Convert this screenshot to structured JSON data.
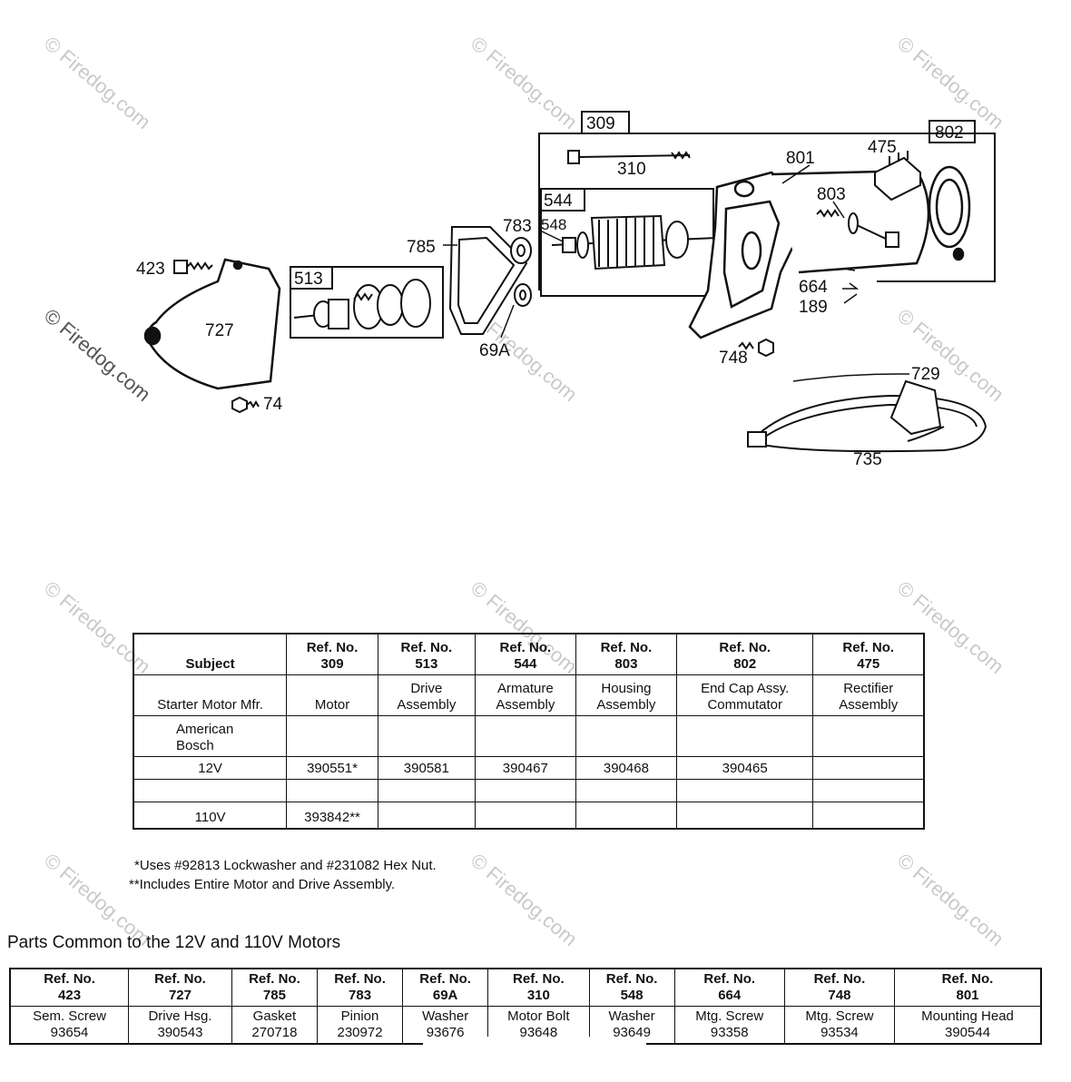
{
  "watermark": "© Firedog.com",
  "diagram": {
    "labels": {
      "l309": "309",
      "l310": "310",
      "l544": "544",
      "l548": "548",
      "l783": "783",
      "l785": "785",
      "l513": "513",
      "l423": "423",
      "l727": "727",
      "l74": "74",
      "l69a": "69A",
      "l801": "801",
      "l803": "803",
      "l475": "475",
      "l802": "802",
      "l664": "664",
      "l189": "189",
      "l748": "748",
      "l729": "729",
      "l735": "735"
    }
  },
  "main_table": {
    "subject_header": "Subject",
    "ref_label": "Ref. No.",
    "refs": [
      "309",
      "513",
      "544",
      "803",
      "802",
      "475"
    ],
    "subheader_first": "Starter Motor Mfr.",
    "descriptions": [
      "Motor",
      "Drive Assembly",
      "Armature Assembly",
      "Housing Assembly",
      "End Cap Assy. Commutator",
      "Rectifier Assembly"
    ],
    "rows": [
      {
        "subject": "American Bosch",
        "cells": [
          "",
          "",
          "",
          "",
          "",
          ""
        ]
      },
      {
        "subject": "12V",
        "cells": [
          "390551*",
          "390581",
          "390467",
          "390468",
          "390465",
          ""
        ]
      },
      {
        "subject": "",
        "cells": [
          "",
          "",
          "",
          "",
          "",
          ""
        ]
      },
      {
        "subject": "110V",
        "cells": [
          "393842**",
          "",
          "",
          "",
          "",
          ""
        ]
      }
    ]
  },
  "notes": {
    "note1": "*Uses #92813 Lockwasher and #231082 Hex Nut.",
    "note2": "**Includes Entire Motor and Drive Assembly."
  },
  "common": {
    "title": "Parts Common to the 12V and 110V Motors",
    "ref_label": "Ref. No.",
    "items": [
      {
        "ref": "423",
        "name": "Sem. Screw",
        "part": "93654"
      },
      {
        "ref": "727",
        "name": "Drive Hsg.",
        "part": "390543"
      },
      {
        "ref": "785",
        "name": "Gasket",
        "part": "270718"
      },
      {
        "ref": "783",
        "name": "Pinion",
        "part": "230972"
      },
      {
        "ref": "69A",
        "name": "Washer",
        "part": "93676"
      },
      {
        "ref": "310",
        "name": "Motor Bolt",
        "part": "93648"
      },
      {
        "ref": "548",
        "name": "Washer",
        "part": "93649"
      },
      {
        "ref": "664",
        "name": "Mtg. Screw",
        "part": "93358"
      },
      {
        "ref": "748",
        "name": "Mtg. Screw",
        "part": "93534"
      },
      {
        "ref": "801",
        "name": "Mounting Head",
        "part": "390544"
      }
    ]
  }
}
